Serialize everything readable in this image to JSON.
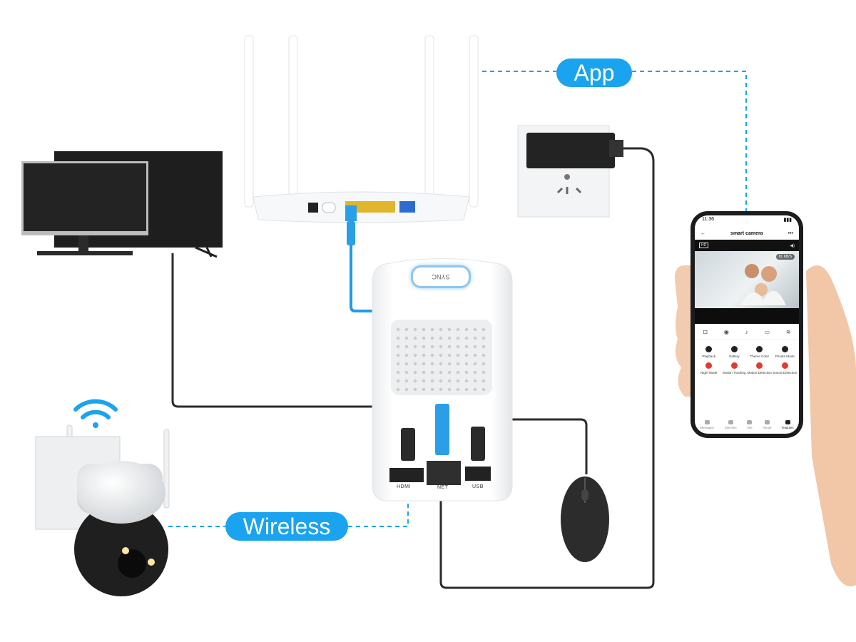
{
  "labels": {
    "app": "App",
    "wireless": "Wireless"
  },
  "hub": {
    "sync_button": "SYNC",
    "ports": [
      "HDMI",
      "NET",
      "USB"
    ]
  },
  "phone": {
    "status_time": "11:36",
    "app_title": "smart camera",
    "hd_badge": "HD",
    "bitrate": "81 KB/S",
    "features": [
      {
        "label": "Playback",
        "icon": "play-icon",
        "color": "#222222"
      },
      {
        "label": "Gallery",
        "icon": "gallery-icon",
        "color": "#222222"
      },
      {
        "label": "Theme Color",
        "icon": "palette-icon",
        "color": "#222222"
      },
      {
        "label": "Private Mode",
        "icon": "privacy-icon",
        "color": "#222222"
      },
      {
        "label": "Night Mode",
        "icon": "moon-icon",
        "color": "#e23b2e"
      },
      {
        "label": "Motion Tracking",
        "icon": "tracking-icon",
        "color": "#e23b2e"
      },
      {
        "label": "Motion Detection",
        "icon": "motion-icon",
        "color": "#e23b2e"
      },
      {
        "label": "Sound Detection",
        "icon": "sound-icon",
        "color": "#e23b2e"
      }
    ],
    "tabs": [
      "Messages",
      "Direction",
      "Site",
      "Visual",
      "Features"
    ]
  },
  "colors": {
    "accent": "#1aa3ee",
    "cable_blue": "#1e9be9",
    "cable_black": "#2b2b2b"
  }
}
